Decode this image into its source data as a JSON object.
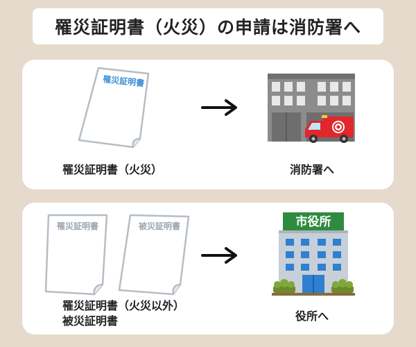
{
  "title": "罹災証明書（火災）の申請は消防署へ",
  "panel_fire": {
    "doc_label": "罹災証明書",
    "caption": "罹災証明書（火災）",
    "arrow": "→",
    "destination": "消防署へ",
    "icon": "fire-station-icon"
  },
  "panel_city": {
    "doc_label_1": "罹災証明書",
    "doc_label_2": "被災証明書",
    "caption_line_1": "罹災証明書（火災以外）",
    "caption_line_2": "被災証明書",
    "arrow": "→",
    "building_sign": "市役所",
    "destination": "役所へ",
    "icon": "city-hall-icon"
  },
  "colors": {
    "background": "#e5dacb",
    "doc_blue_label": "#3a8fd6",
    "doc_gray_label": "#9ea6ad",
    "fire_truck": "#e1262c",
    "city_hall_sign": "#2e8b3f",
    "city_hall_window": "#2f80d1"
  }
}
